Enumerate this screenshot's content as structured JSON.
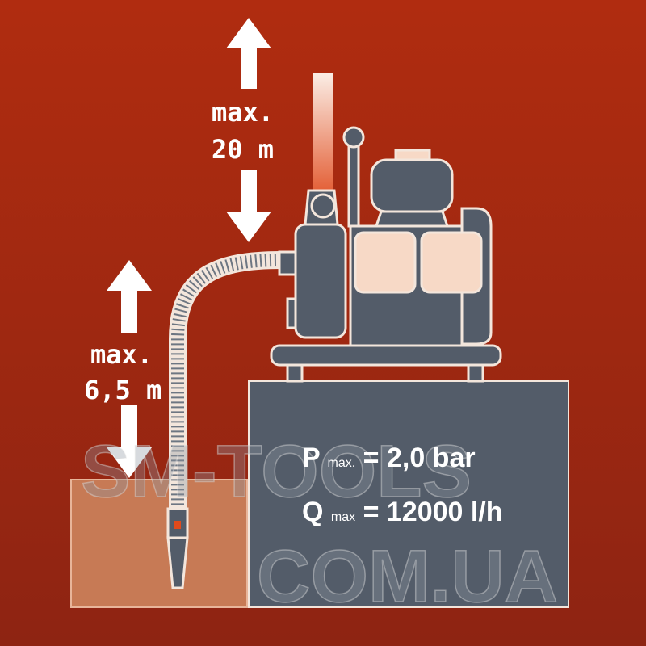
{
  "labels": {
    "discharge_height_line1": "max.",
    "discharge_height_line2": "20 m",
    "suction_height_line1": "max.",
    "suction_height_line2": "6,5 m"
  },
  "specs": {
    "pressure_symbol": "P",
    "pressure_sub": "max.",
    "pressure_value": "= 2,0 bar",
    "flow_symbol": "Q",
    "flow_sub": "max",
    "flow_value": "= 12000 l/h"
  },
  "watermark": {
    "line1": "SM-TOOLS",
    "line2": "COM.UA"
  },
  "colors": {
    "background": "#a32a12",
    "machine": "#535c69",
    "accent_light": "#f7d9c6",
    "water": "#c77a55"
  }
}
